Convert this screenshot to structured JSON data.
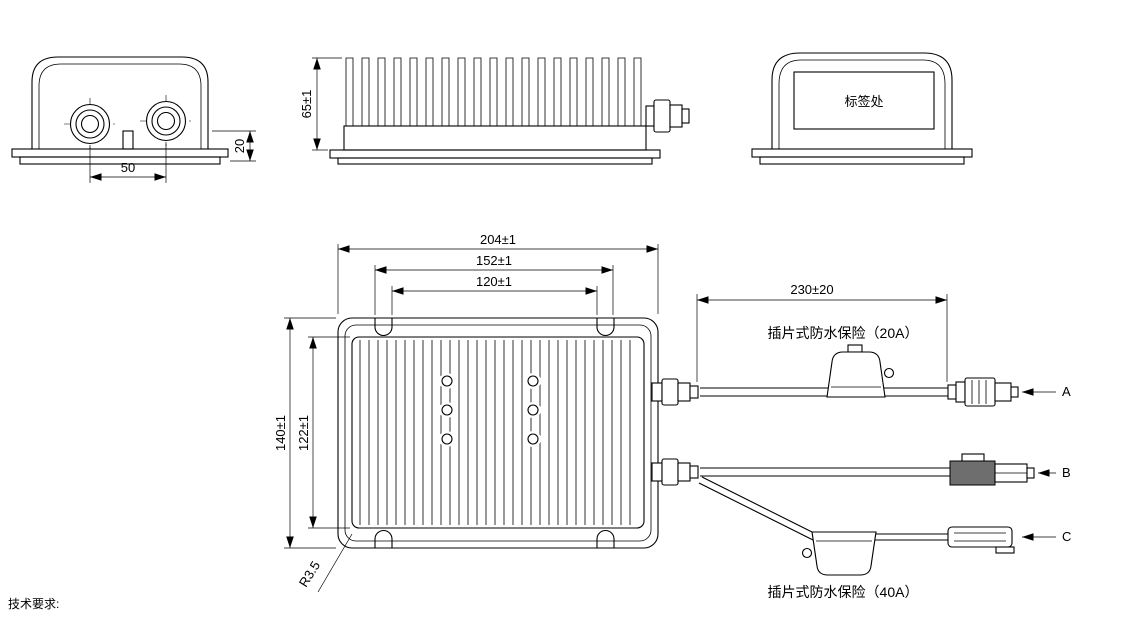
{
  "front_view": {
    "dim_gland_pitch": "50",
    "dim_gland_height": "20"
  },
  "side_view": {
    "dim_height": "65±1"
  },
  "rear_view": {
    "label_area_text": "标签处"
  },
  "top_view": {
    "dim_width_outer": "204±1",
    "dim_width_mid": "152±1",
    "dim_width_inner": "120±1",
    "dim_length_outer": "140±1",
    "dim_length_inner": "122±1",
    "corner_radius": "R3.5"
  },
  "harness": {
    "dim_cable": "230±20",
    "fuse_20a_label": "插片式防水保险（20A）",
    "fuse_40a_label": "插片式防水保险（40A）",
    "connector_a_label": "A",
    "connector_b_label": "B",
    "connector_c_label": "C"
  },
  "notes": {
    "tech_requirements": "技术要求:"
  },
  "line_color": "#000000",
  "background_color": "#ffffff"
}
